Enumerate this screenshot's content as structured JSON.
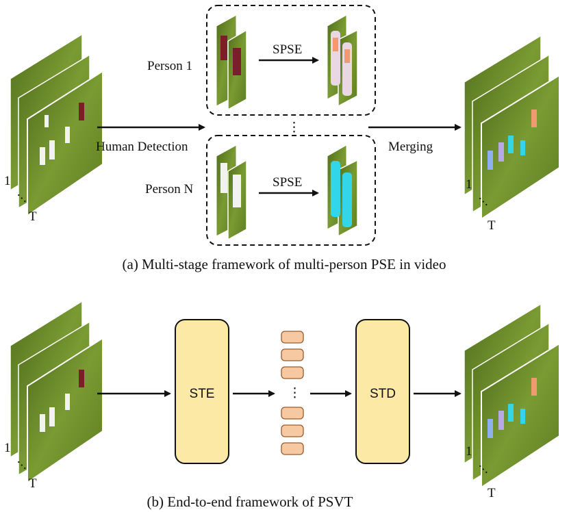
{
  "panel_a": {
    "caption": "(a) Multi-stage framework of multi-person PSE in video",
    "human_detection_label": "Human Detection",
    "merging_label": "Merging",
    "person_1_label": "Person 1",
    "person_n_label": "Person N",
    "spse_top_label": "SPSE",
    "spse_bottom_label": "SPSE",
    "ellipsis": "⋮",
    "input_frame_first": "1",
    "input_frame_last": "T",
    "output_frame_first": "1",
    "output_frame_last": "T"
  },
  "panel_b": {
    "caption": "(b) End-to-end framework of PSVT",
    "encoder_label": "STE",
    "decoder_label": "STD",
    "token_ellipsis": "⋮",
    "input_frame_first": "1",
    "input_frame_last": "T",
    "output_frame_first": "1",
    "output_frame_last": "T"
  },
  "colors": {
    "field_green": "#6d8f2c",
    "field_green_dark": "#4f6d1c",
    "module_fill": "#fde9a6",
    "token_fill": "#f7c9a3",
    "token_stroke": "#9a5a2a",
    "mask_cyan": "#33d6e8",
    "mask_orange": "#f09a70",
    "mask_lavender": "#b7a8e6",
    "mask_blue": "#8fb0f0"
  }
}
